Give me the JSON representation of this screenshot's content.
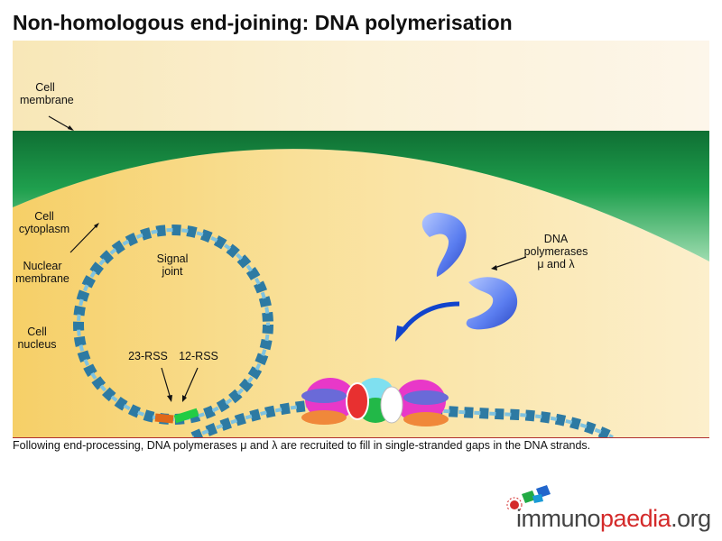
{
  "title": "Non-homologous end-joining: DNA polymerisation",
  "labels": {
    "cell_membrane": "Cell membrane",
    "cell_cytoplasm": "Cell cytoplasm",
    "nuclear_membrane": "Nuclear membrane",
    "cell_nucleus": "Cell nucleus",
    "signal_joint": "Signal joint",
    "rss_23": "23-RSS",
    "rss_12": "12-RSS",
    "dna_polymerases_line1": "DNA",
    "dna_polymerases_line2": "polymerases",
    "dna_polymerases_line3": "μ and λ"
  },
  "caption": "Following end-processing, DNA polymerases μ and λ are recruited to fill in single-stranded gaps in the DNA strands.",
  "logo": {
    "part1": "immuno",
    "part2": "paedia",
    "part3": ".org"
  },
  "colors": {
    "membrane": "#1a8a3e",
    "dna": "#3f8fb5",
    "polymerase": "#4a6fe0",
    "arrow": "#1144cc",
    "brand_red": "#d42a2a"
  }
}
